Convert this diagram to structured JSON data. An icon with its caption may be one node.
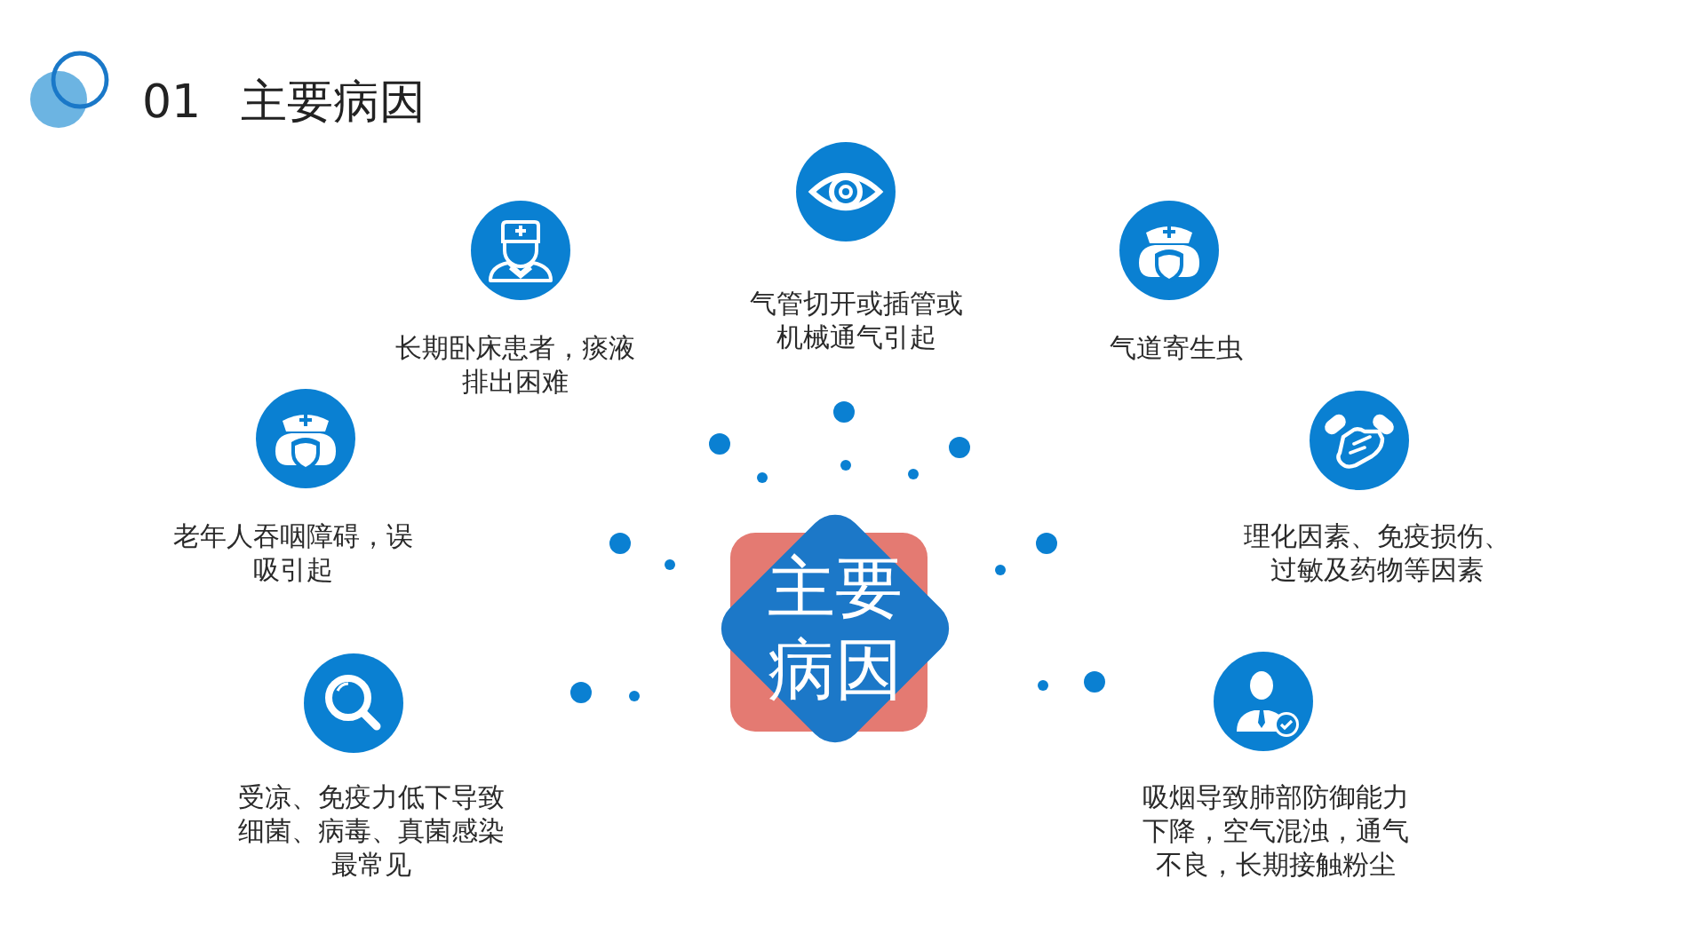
{
  "diagram": {
    "title": "01 主要病因",
    "nodes": [
      {
        "text": [
          "主要病因"
        ]
      },
      {
        "text": [
          "气管切开或插管或机械通气引起"
        ]
      },
      {
        "text": [
          "长期卧床患者，痰液排出困难"
        ]
      },
      {
        "text": [
          "气道寄生虫"
        ]
      },
      {
        "text": [
          "老年人吞咽障碍，误吸引起"
        ]
      },
      {
        "text": [
          "理化因素、免疫损伤、过敏及药物等因素"
        ]
      },
      {
        "text": [
          "受凉、免疫力低下导致细菌、病毒、真菌感染最常见"
        ]
      },
      {
        "text": [
          "吸烟导致肺部防御能力下降，空气混浊，通气不良，长期接触粉尘"
        ]
      }
    ]
  }
}
